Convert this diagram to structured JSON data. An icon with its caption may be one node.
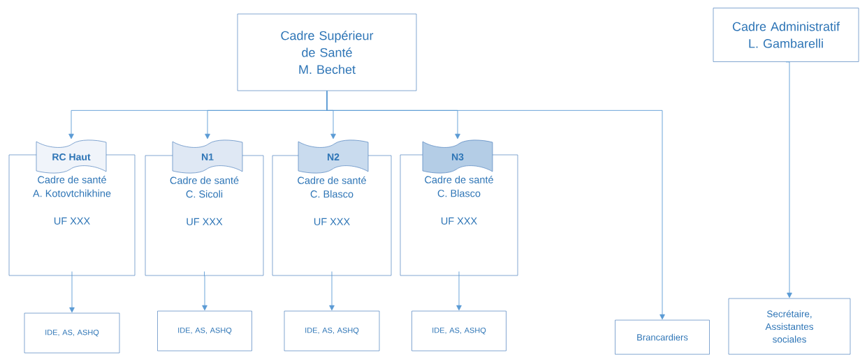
{
  "diagram": {
    "nodes": [
      {
        "text": [
          "Cadre Supérieur de Santé",
          "M. Bechet"
        ]
      },
      {
        "text": [
          "Cadre Administratif",
          "L. Gambarelli"
        ]
      },
      {
        "text": [
          "RC Haut"
        ]
      },
      {
        "text": [
          "Cadre de santé A. Kotovtchikhine",
          "UF XXX"
        ]
      },
      {
        "text": [
          "N1"
        ]
      },
      {
        "text": [
          "Cadre de santé C. Sicoli",
          "UF XXX"
        ]
      },
      {
        "text": [
          "N2"
        ]
      },
      {
        "text": [
          "Cadre de santé C. Blasco",
          "UF XXX"
        ]
      },
      {
        "text": [
          "N3"
        ]
      },
      {
        "text": [
          "Cadre de santé C. Blasco",
          "UF XXX"
        ]
      },
      {
        "text": [
          "IDE, AS, ASHQ"
        ]
      },
      {
        "text": [
          "IDE, AS, ASHQ"
        ]
      },
      {
        "text": [
          "IDE, AS, ASHQ"
        ]
      },
      {
        "text": [
          "IDE, AS, ASHQ"
        ]
      },
      {
        "text": [
          "Brancardiers"
        ]
      },
      {
        "text": [
          "Secrétaire, Assistantes sociales"
        ]
      }
    ],
    "edges": [
      {
        "from": 0,
        "to": 2,
        "arrow": "to"
      },
      {
        "from": 0,
        "to": 4,
        "arrow": "to"
      },
      {
        "from": 0,
        "to": 6,
        "arrow": "to"
      },
      {
        "from": 0,
        "to": 8,
        "arrow": "to"
      },
      {
        "from": 0,
        "to": 14,
        "arrow": "to"
      },
      {
        "from": 3,
        "to": 10,
        "arrow": "to"
      },
      {
        "from": 5,
        "to": 11,
        "arrow": "to"
      },
      {
        "from": 7,
        "to": 12,
        "arrow": "to"
      },
      {
        "from": 9,
        "to": 13,
        "arrow": "to"
      },
      {
        "from": 1,
        "to": 15,
        "arrow": "to"
      }
    ]
  }
}
